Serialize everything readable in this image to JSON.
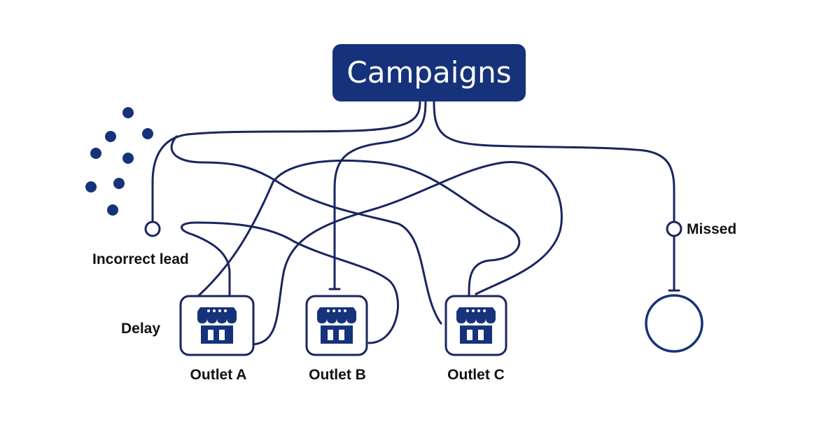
{
  "title": "Campaigns",
  "labels": {
    "incorrect_lead": "Incorrect lead",
    "missed": "Missed",
    "delay": "Delay"
  },
  "outlets": [
    {
      "label": "Outlet A"
    },
    {
      "label": "Outlet B"
    },
    {
      "label": "Outlet C"
    }
  ],
  "colors": {
    "navy": "#15327a",
    "line": "#1a2560",
    "text": "#111111"
  },
  "icons": {
    "outlet": "storefront-icon",
    "dots": "scattered-lead-dots",
    "endpoint": "empty-circle-endpoint"
  }
}
